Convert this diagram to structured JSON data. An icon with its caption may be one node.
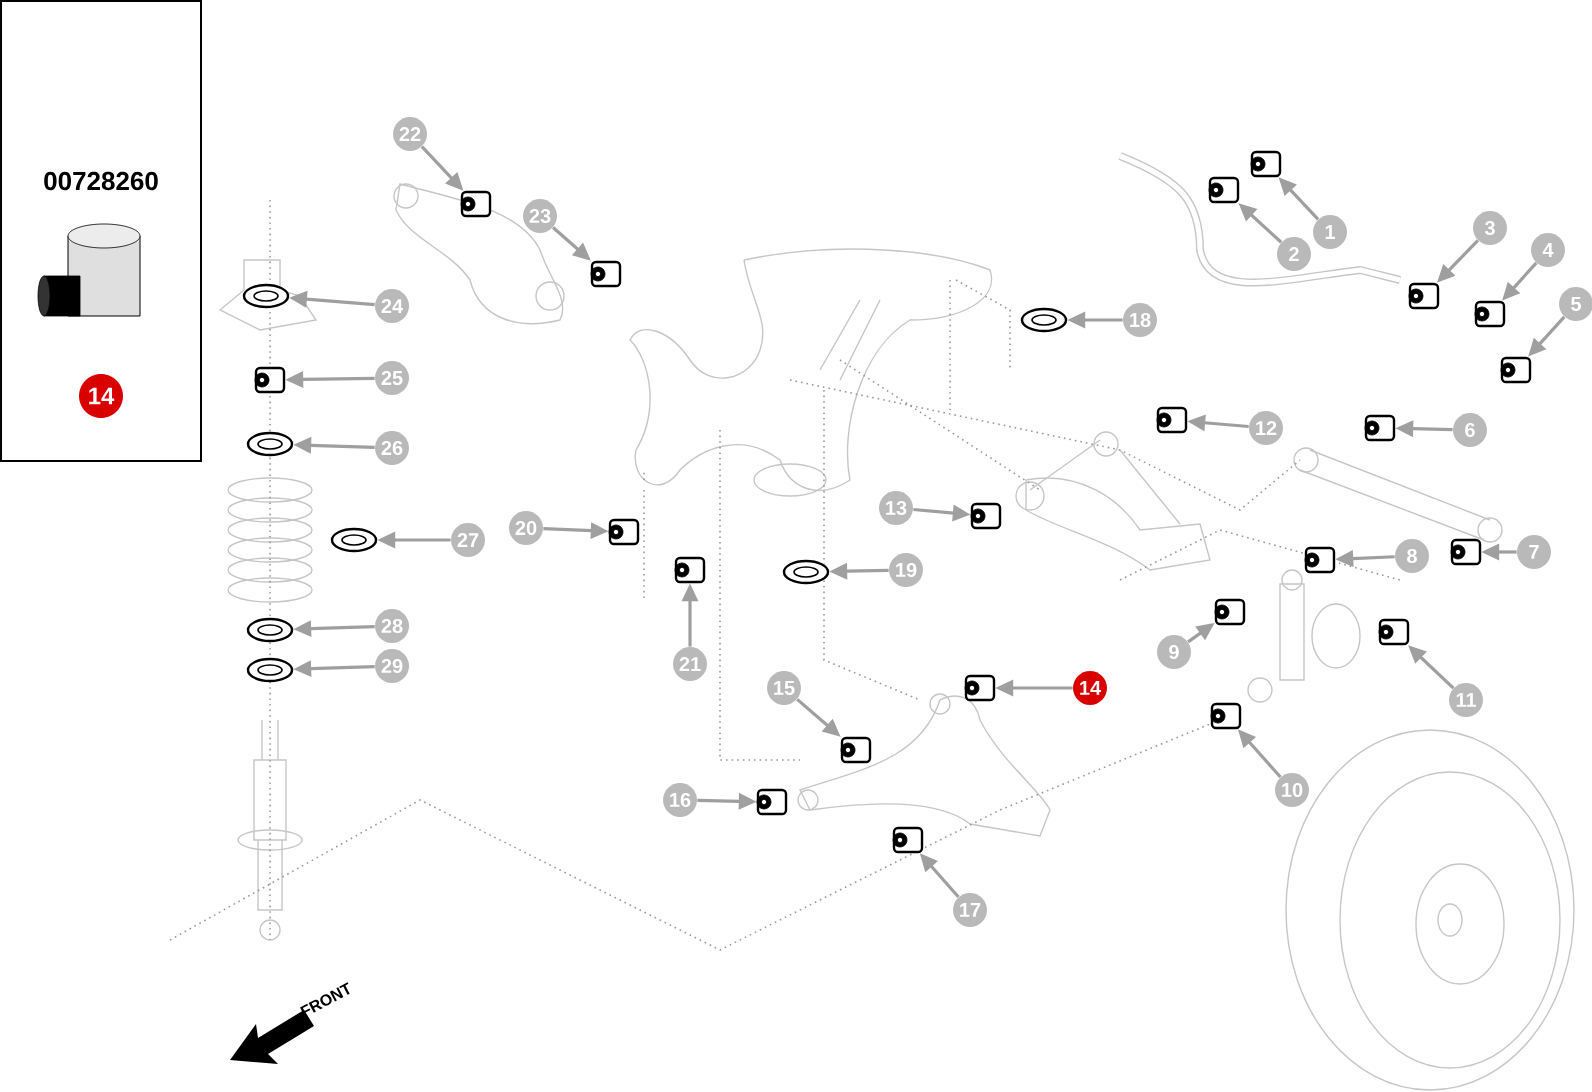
{
  "diagram": {
    "nodes": [
      {
        "text": [
          "00728260"
        ]
      },
      {
        "text": [
          "14"
        ],
        "in": 0
      },
      {
        "text": [
          "1"
        ]
      },
      {
        "text": [
          "2"
        ]
      },
      {
        "text": [
          "3"
        ]
      },
      {
        "text": [
          "4"
        ]
      },
      {
        "text": [
          "5"
        ]
      },
      {
        "text": [
          "6"
        ]
      },
      {
        "text": [
          "7"
        ]
      },
      {
        "text": [
          "8"
        ]
      },
      {
        "text": [
          "9"
        ]
      },
      {
        "text": [
          "10"
        ]
      },
      {
        "text": [
          "11"
        ]
      },
      {
        "text": [
          "12"
        ]
      },
      {
        "text": [
          "13"
        ]
      },
      {
        "text": [
          "14"
        ]
      },
      {
        "text": [
          "15"
        ]
      },
      {
        "text": [
          "16"
        ]
      },
      {
        "text": [
          "17"
        ]
      },
      {
        "text": [
          "18"
        ]
      },
      {
        "text": [
          "19"
        ]
      },
      {
        "text": [
          "20"
        ]
      },
      {
        "text": [
          "21"
        ]
      },
      {
        "text": [
          "22"
        ]
      },
      {
        "text": [
          "23"
        ]
      },
      {
        "text": [
          "24"
        ]
      },
      {
        "text": [
          "25"
        ]
      },
      {
        "text": [
          "26"
        ]
      },
      {
        "text": [
          "27"
        ]
      },
      {
        "text": [
          "28"
        ]
      },
      {
        "text": [
          "29"
        ]
      },
      {
        "text": [],
        "shape": "picture"
      },
      {
        "text": [],
        "shape": "picture"
      },
      {
        "text": [],
        "shape": "picture"
      },
      {
        "text": [],
        "shape": "picture"
      },
      {
        "text": [],
        "shape": "picture"
      },
      {
        "text": [],
        "shape": "picture"
      },
      {
        "text": [],
        "shape": "picture"
      },
      {
        "text": [],
        "shape": "picture"
      },
      {
        "text": [],
        "shape": "picture"
      },
      {
        "text": [],
        "shape": "picture"
      },
      {
        "text": [],
        "shape": "picture"
      },
      {
        "text": [],
        "shape": "picture"
      },
      {
        "text": [],
        "shape": "picture"
      },
      {
        "text": [],
        "shape": "picture"
      },
      {
        "text": [],
        "shape": "picture"
      },
      {
        "text": [],
        "shape": "picture"
      },
      {
        "text": [],
        "shape": "picture"
      },
      {
        "text": [],
        "shape": "picture"
      },
      {
        "text": [],
        "shape": "picture"
      },
      {
        "text": [],
        "shape": "picture"
      },
      {
        "text": [],
        "shape": "picture"
      },
      {
        "text": [],
        "shape": "picture"
      },
      {
        "text": [],
        "shape": "picture"
      },
      {
        "text": [],
        "shape": "picture"
      },
      {
        "text": [],
        "shape": "picture"
      },
      {
        "text": [],
        "shape": "picture"
      },
      {
        "text": [],
        "shape": "picture"
      },
      {
        "text": [],
        "shape": "picture"
      },
      {
        "text": [],
        "shape": "picture"
      }
    ],
    "edges": [
      {
        "from": 2,
        "to": 31,
        "arrow": "to"
      },
      {
        "from": 3,
        "to": 32,
        "arrow": "to"
      },
      {
        "from": 4,
        "to": 33,
        "arrow": "to"
      },
      {
        "from": 5,
        "to": 34,
        "arrow": "to"
      },
      {
        "from": 6,
        "to": 35,
        "arrow": "to"
      },
      {
        "from": 7,
        "to": 36,
        "arrow": "to"
      },
      {
        "from": 8,
        "to": 37,
        "arrow": "to"
      },
      {
        "from": 9,
        "to": 38,
        "arrow": "to"
      },
      {
        "from": 10,
        "to": 39,
        "arrow": "to"
      },
      {
        "from": 11,
        "to": 40,
        "arrow": "to"
      },
      {
        "from": 12,
        "to": 41,
        "arrow": "to"
      },
      {
        "from": 13,
        "to": 42,
        "arrow": "to"
      },
      {
        "from": 14,
        "to": 43,
        "arrow": "to"
      },
      {
        "from": 15,
        "to": 44,
        "arrow": "to"
      },
      {
        "from": 16,
        "to": 45,
        "arrow": "to"
      },
      {
        "from": 17,
        "to": 46,
        "arrow": "to"
      },
      {
        "from": 18,
        "to": 47,
        "arrow": "to"
      },
      {
        "from": 19,
        "to": 48,
        "arrow": "to"
      },
      {
        "from": 20,
        "to": 49,
        "arrow": "to"
      },
      {
        "from": 21,
        "to": 50,
        "arrow": "to"
      },
      {
        "from": 22,
        "to": 51,
        "arrow": "to"
      },
      {
        "from": 23,
        "to": 52,
        "arrow": "to"
      },
      {
        "from": 24,
        "to": 53,
        "arrow": "to"
      },
      {
        "from": 25,
        "to": 54,
        "arrow": "to"
      },
      {
        "from": 26,
        "to": 55,
        "arrow": "to"
      },
      {
        "from": 27,
        "to": 56,
        "arrow": "to"
      },
      {
        "from": 28,
        "to": 57,
        "arrow": "to"
      },
      {
        "from": 29,
        "to": 58,
        "arrow": "to"
      },
      {
        "from": 30,
        "to": 59,
        "arrow": "to"
      }
    ],
    "labels": [
      "FRONT"
    ]
  }
}
